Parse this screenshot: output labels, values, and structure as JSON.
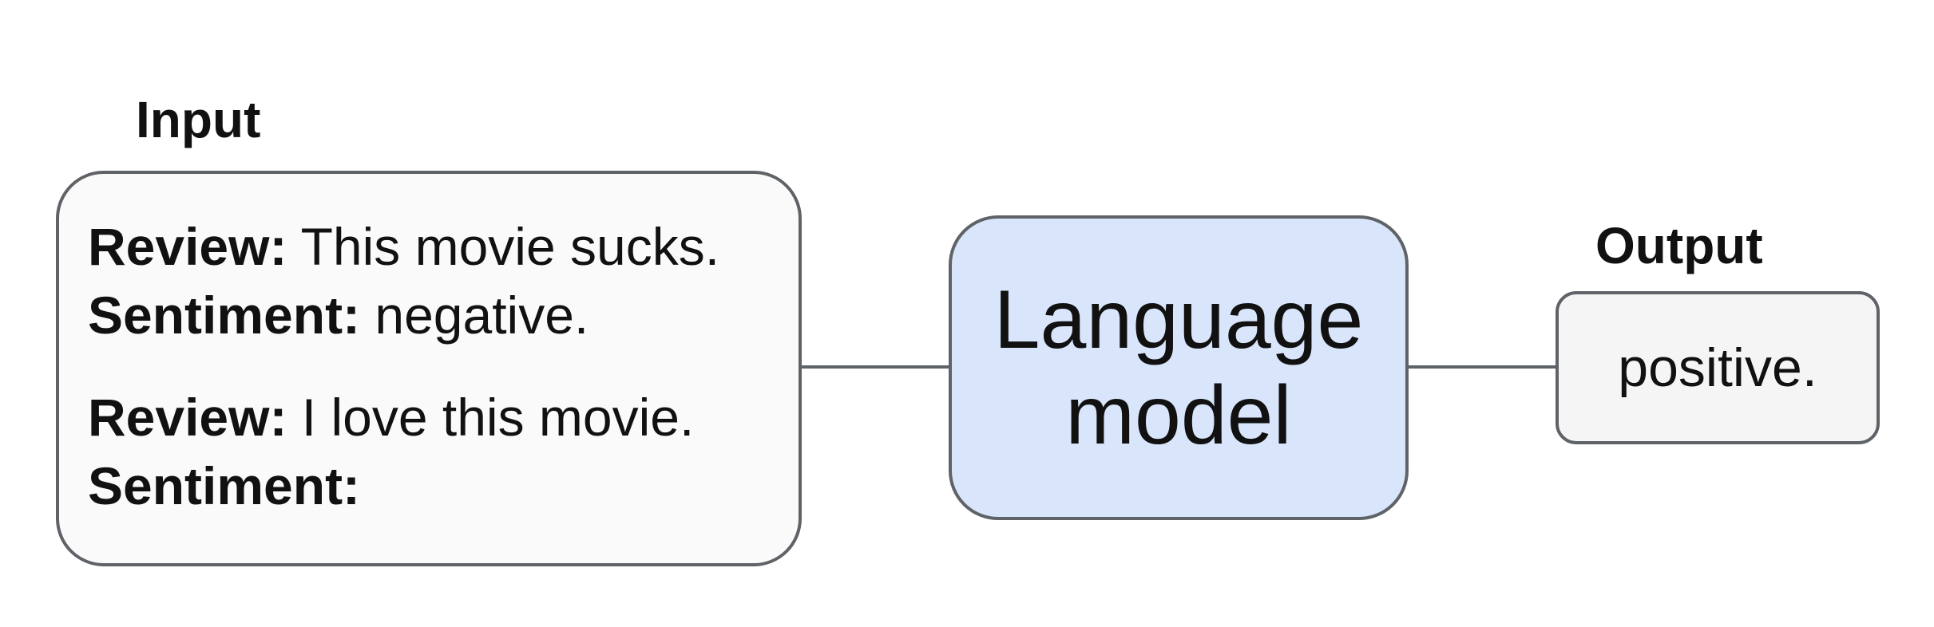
{
  "input": {
    "title": "Input",
    "examples": [
      {
        "review_key": "Review:",
        "review_text": "This movie sucks.",
        "sentiment_key": "Sentiment:",
        "sentiment_text": "negative."
      },
      {
        "review_key": "Review:",
        "review_text": "I love this movie.",
        "sentiment_key": "Sentiment:",
        "sentiment_text": ""
      }
    ]
  },
  "model": {
    "line1": "Language",
    "line2": "model"
  },
  "output": {
    "title": "Output",
    "value": "positive."
  },
  "colors": {
    "border": "#5f6368",
    "input_fill": "#fafafa",
    "model_fill": "#d9e5fb",
    "output_fill": "#f5f5f5"
  }
}
